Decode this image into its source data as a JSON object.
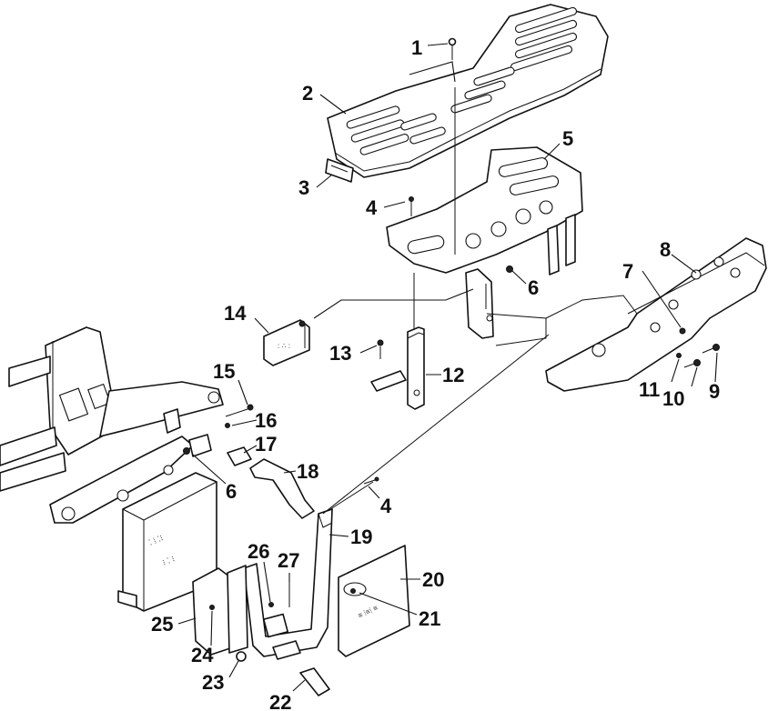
{
  "callouts": [
    {
      "num": "1"
    },
    {
      "num": "2"
    },
    {
      "num": "3"
    },
    {
      "num": "4"
    },
    {
      "num": "5"
    },
    {
      "num": "6"
    },
    {
      "num": "7"
    },
    {
      "num": "8"
    },
    {
      "num": "9"
    },
    {
      "num": "10"
    },
    {
      "num": "11"
    },
    {
      "num": "12"
    },
    {
      "num": "13"
    },
    {
      "num": "14"
    },
    {
      "num": "15"
    },
    {
      "num": "16"
    },
    {
      "num": "17"
    },
    {
      "num": "18"
    },
    {
      "num": "6"
    },
    {
      "num": "4"
    },
    {
      "num": "19"
    },
    {
      "num": "20"
    },
    {
      "num": "21"
    },
    {
      "num": "22"
    },
    {
      "num": "23"
    },
    {
      "num": "24"
    },
    {
      "num": "25"
    },
    {
      "num": "26"
    },
    {
      "num": "27"
    }
  ]
}
